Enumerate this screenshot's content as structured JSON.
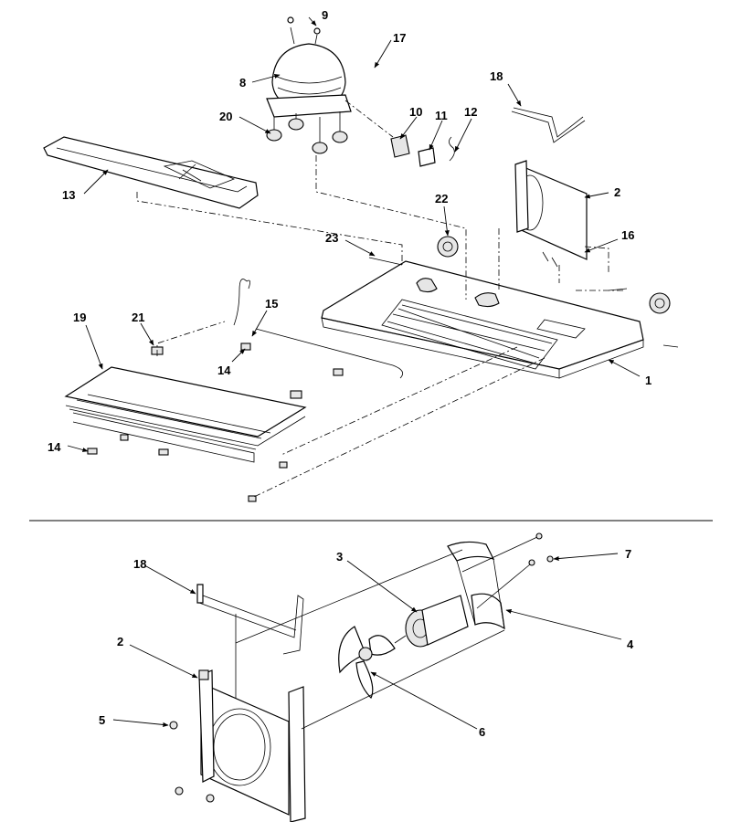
{
  "diagram": {
    "callouts": {
      "c1": "1",
      "c2": "2",
      "c8": "8",
      "c9": "9",
      "c10": "10",
      "c11": "11",
      "c12": "12",
      "c13": "13",
      "c14a": "14",
      "c14b": "14",
      "c15": "15",
      "c16": "16",
      "c17": "17",
      "c18": "18",
      "c19": "19",
      "c20": "20",
      "c21": "21",
      "c22": "22",
      "c23": "23",
      "d2": "2",
      "d3": "3",
      "d4": "4",
      "d5": "5",
      "d6": "6",
      "d7": "7",
      "d18": "18"
    }
  }
}
